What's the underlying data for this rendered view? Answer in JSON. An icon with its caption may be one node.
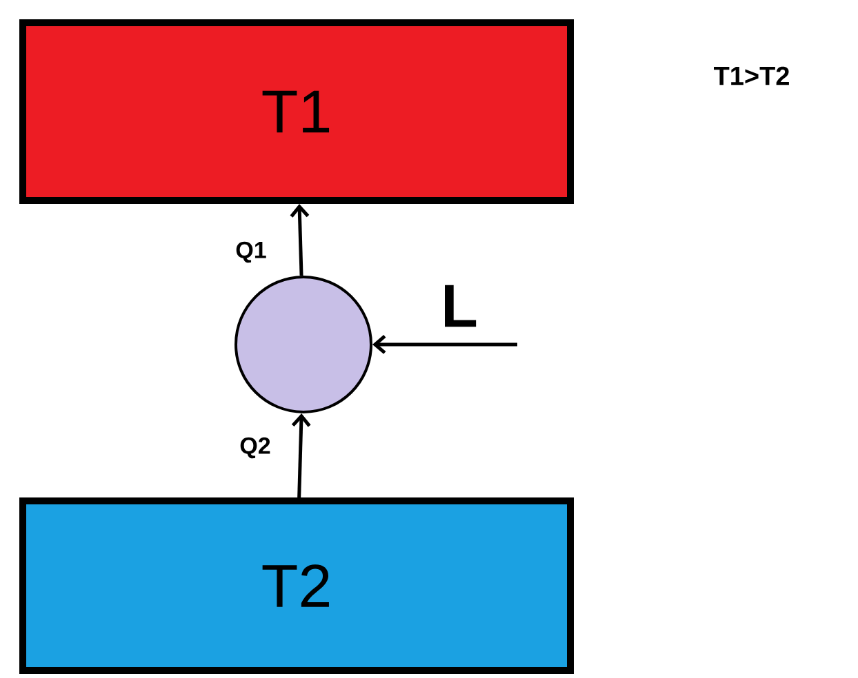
{
  "diagram": {
    "nodes": [
      {
        "text": [
          "T1"
        ]
      },
      {
        "text": [],
        "shape": "circle"
      },
      {
        "text": [
          "T2"
        ]
      }
    ],
    "edges": [
      {
        "from": 1,
        "to": 0,
        "arrow": "to",
        "label": "Q1"
      },
      {
        "from": 2,
        "to": 1,
        "arrow": "to",
        "label": "Q2"
      },
      {
        "from": null,
        "to": 1,
        "arrow": "to",
        "label": "L"
      }
    ],
    "labels": [
      "T1>T2"
    ]
  }
}
